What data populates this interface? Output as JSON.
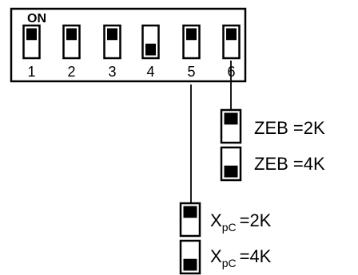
{
  "dip_switch": {
    "on_label": "ON",
    "switches": [
      {
        "number": "1",
        "position": "on"
      },
      {
        "number": "2",
        "position": "on"
      },
      {
        "number": "3",
        "position": "on"
      },
      {
        "number": "4",
        "position": "off"
      },
      {
        "number": "5",
        "position": "on"
      },
      {
        "number": "6",
        "position": "on"
      }
    ]
  },
  "legend_zeb": [
    {
      "position": "on",
      "label": "ZEB =2K"
    },
    {
      "position": "off",
      "label": "ZEB =4K"
    }
  ],
  "legend_xpc": [
    {
      "position": "on",
      "main": "X",
      "sub": "pC",
      "value": "=2K"
    },
    {
      "position": "off",
      "main": "X",
      "sub": "pC",
      "value": "=4K"
    }
  ]
}
